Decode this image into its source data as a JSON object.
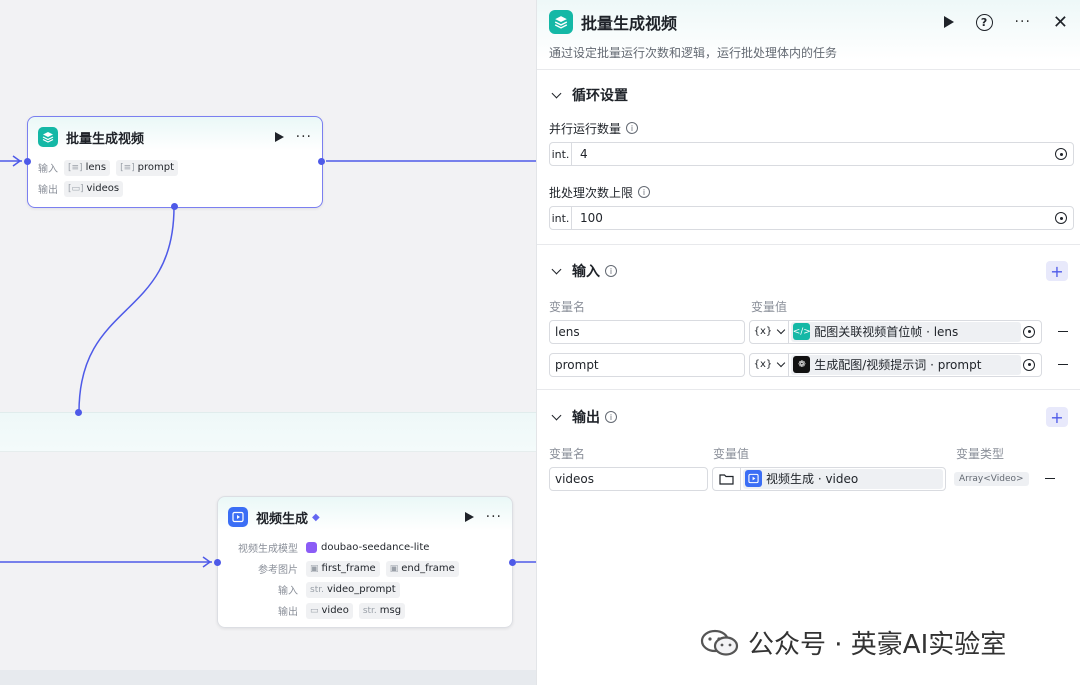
{
  "canvas": {
    "batch_node": {
      "title": "批量生成视频",
      "input_label": "输入",
      "output_label": "输出",
      "inputs": [
        "lens",
        "prompt"
      ],
      "outputs": [
        "videos"
      ]
    },
    "video_node": {
      "title": "视频生成",
      "model_label": "视频生成模型",
      "model_value": "doubao-seedance-lite",
      "ref_label": "参考图片",
      "refs": [
        "first_frame",
        "end_frame"
      ],
      "input_label": "输入",
      "input_type": "str.",
      "input_value": "video_prompt",
      "output_label": "输出",
      "outputs": [
        "video",
        "msg"
      ],
      "output_msg_type": "str."
    }
  },
  "panel": {
    "title": "批量生成视频",
    "description": "通过设定批量运行次数和逻辑，运行批处理体内的任务",
    "loop": {
      "title": "循环设置",
      "parallel_label": "并行运行数量",
      "parallel_type": "int.",
      "parallel_value": "4",
      "limit_label": "批处理次数上限",
      "limit_type": "int.",
      "limit_value": "100"
    },
    "input": {
      "title": "输入",
      "col_name": "变量名",
      "col_value": "变量值",
      "rows": [
        {
          "name": "lens",
          "ref_type": "{x}",
          "ref_text": "配图关联视频首位帧 · lens",
          "icon": "code-icon"
        },
        {
          "name": "prompt",
          "ref_type": "{x}",
          "ref_text": "生成配图/视频提示词 · prompt",
          "icon": "llm-icon"
        }
      ]
    },
    "output": {
      "title": "输出",
      "col_name": "变量名",
      "col_value": "变量值",
      "col_type": "变量类型",
      "rows": [
        {
          "name": "videos",
          "ref_text": "视频生成 · video",
          "type": "Array<Video>"
        }
      ]
    }
  },
  "watermark": {
    "text": "公众号 · 英豪AI实验室"
  },
  "colors": {
    "accent": "#4e5ae8",
    "teal": "#14b8a6",
    "blue": "#3b6ef5"
  }
}
